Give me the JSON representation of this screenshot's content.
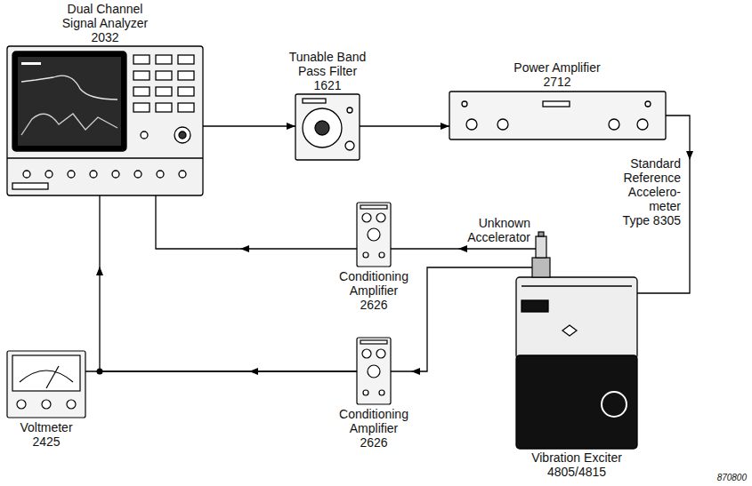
{
  "diagram": {
    "nodes": [
      {
        "text": [
          "Dual Channel Signal Analyzer 2032"
        ]
      },
      {
        "text": [
          "Tunable Band Pass Filter 1621"
        ]
      },
      {
        "text": [
          "Power Amplifier 2712"
        ]
      },
      {
        "text": [
          "Standard Reference Accelero-meter Type 8305"
        ]
      },
      {
        "text": [
          "Unknown Accelerator"
        ]
      },
      {
        "text": [
          "Conditioning Amplifier 2626"
        ]
      },
      {
        "text": [
          "Conditioning Amplifier 2626"
        ]
      },
      {
        "text": [
          "Voltmeter 2425"
        ]
      },
      {
        "text": [
          "Vibration Exciter 4805/4815"
        ]
      }
    ],
    "edges": [
      {
        "from": 0,
        "to": 1,
        "arrow": "to"
      },
      {
        "from": 1,
        "to": 2,
        "arrow": "to"
      },
      {
        "from": 2,
        "to": 8,
        "arrow": "to"
      },
      {
        "from": 4,
        "to": 5,
        "arrow": "to"
      },
      {
        "from": 5,
        "to": 0,
        "arrow": "to"
      },
      {
        "from": 3,
        "to": 6,
        "arrow": "to"
      },
      {
        "from": 6,
        "to": 7,
        "arrow": "to"
      },
      {
        "from": 6,
        "to": 0,
        "arrow": "to"
      }
    ],
    "labels": [
      "870800"
    ]
  }
}
